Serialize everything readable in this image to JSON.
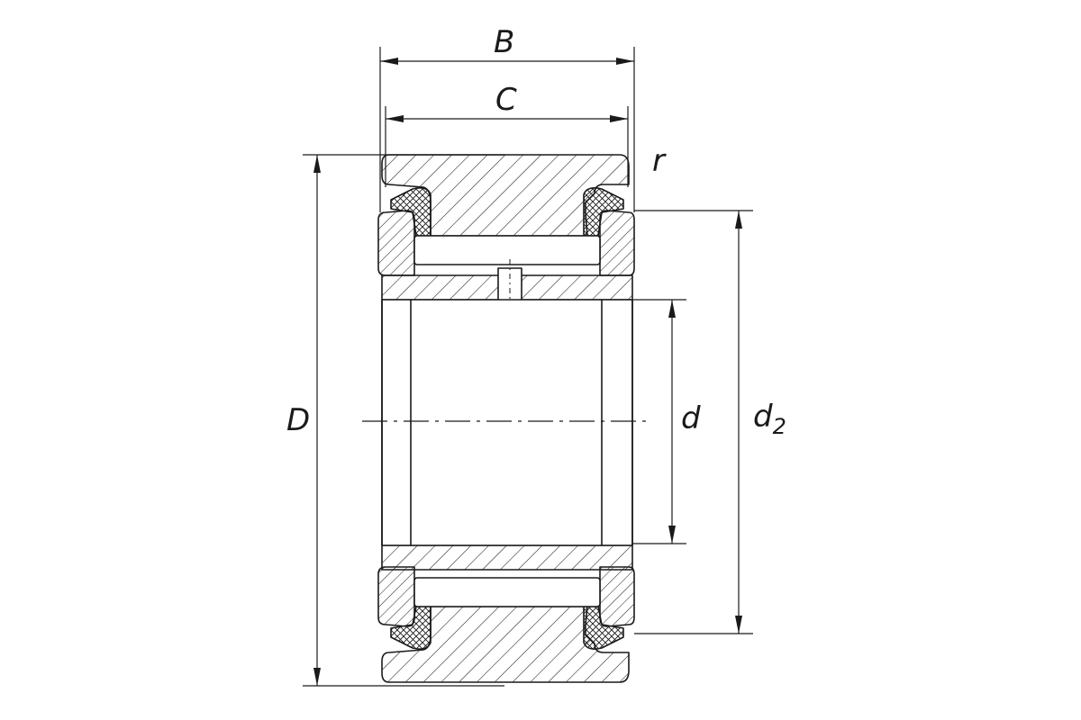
{
  "labels": {
    "B": "B",
    "C": "C",
    "r": "r",
    "D": "D",
    "d": "d",
    "d2_main": "d",
    "d2_sub": "2"
  },
  "colors": {
    "line": "#1a1a1a",
    "background": "#ffffff"
  }
}
